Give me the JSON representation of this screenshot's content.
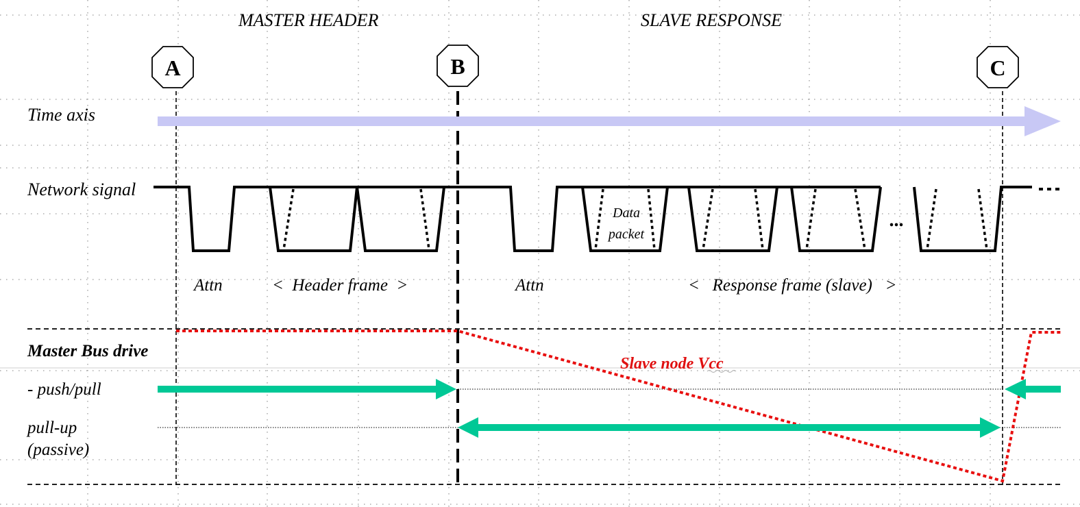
{
  "sections": {
    "master_header": "MASTER HEADER",
    "slave_response": "SLAVE RESPONSE"
  },
  "markers": {
    "a": "A",
    "b": "B",
    "c": "C"
  },
  "rows": {
    "time_axis": "Time axis",
    "network_signal": "Network signal",
    "master_bus_drive": "Master Bus drive",
    "push_pull": "- push/pull",
    "pull_up_line1": "pull-up",
    "pull_up_line2": "(passive)"
  },
  "signal_labels": {
    "attn_master": "Attn",
    "header_frame": "<  Header frame  >",
    "attn_slave": "Attn",
    "response_frame": "<   Response frame (slave)   >",
    "data_line1": "Data",
    "data_line2": "packet",
    "ellipsis_mid": "...",
    "ellipsis_end": "..."
  },
  "annotation": {
    "slave_vcc": "Slave node Vcc"
  },
  "colors": {
    "time_axis": "#c8c8f5",
    "drive_arrow": "#00c896",
    "vcc_line": "#e81010",
    "annotation_text": "#e01010",
    "signal": "#000000"
  }
}
